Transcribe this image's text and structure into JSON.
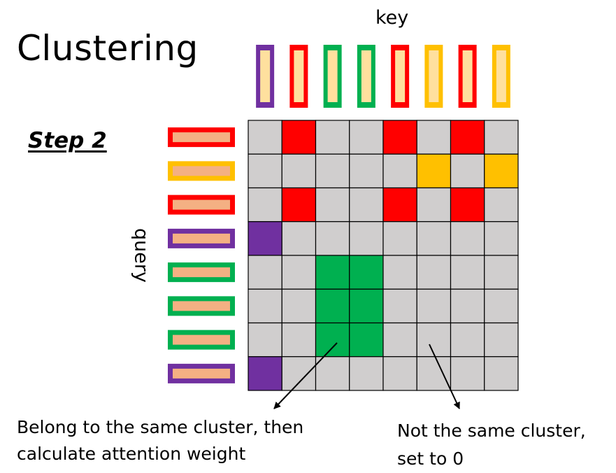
{
  "title": "Clustering",
  "step_label": "Step 2",
  "key_label": "key",
  "query_label": "query",
  "note_same": {
    "line1": "Belong to the same cluster, then",
    "line2": "calculate attention weight"
  },
  "note_diff": {
    "line1": "Not the same cluster,",
    "line2": "set to 0"
  },
  "colors": {
    "cluster_a": "#ff0000",
    "cluster_b": "#ffc000",
    "cluster_c": "#7030a0",
    "cluster_d": "#00b050",
    "empty_cell": "#d0cece",
    "key_fill": "#ffe09e",
    "query_fill": "#f4b083"
  },
  "key_clusters": [
    "c",
    "a",
    "d",
    "d",
    "a",
    "b",
    "a",
    "b"
  ],
  "query_clusters": [
    "a",
    "b",
    "a",
    "c",
    "d",
    "d",
    "d",
    "c"
  ]
}
